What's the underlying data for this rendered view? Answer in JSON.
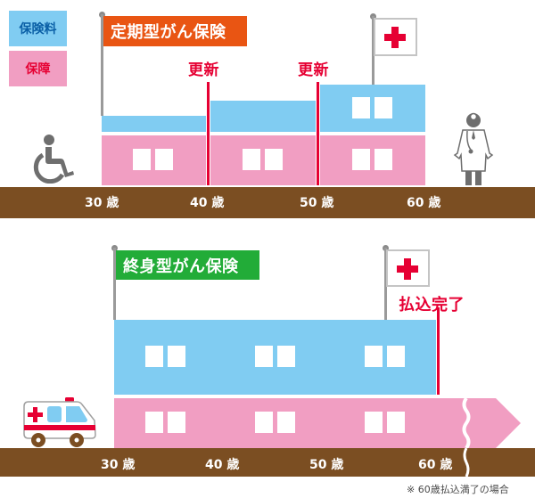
{
  "legend": {
    "premium": {
      "label": "保険料",
      "color": "#80ccf2",
      "text_color": "#0a5fa6"
    },
    "coverage": {
      "label": "保障",
      "color": "#f19ec2",
      "text_color": "#e60033"
    }
  },
  "term_insurance": {
    "title": "定期型がん保険",
    "title_color": "#e95513",
    "renewal_labels": [
      "更新",
      "更新"
    ],
    "ages": [
      "30 歳",
      "40 歳",
      "50 歳",
      "60 歳"
    ],
    "left_icon": "wheelchair-icon",
    "right_icon": "doctor-icon",
    "flag_icon": "red-cross-flag-icon"
  },
  "whole_life_insurance": {
    "title": "終身型がん保険",
    "title_color": "#22ac38",
    "payment_complete_label": "払込完了",
    "ages": [
      "30 歳",
      "40 歳",
      "50 歳",
      "60 歳"
    ],
    "left_icon": "ambulance-icon",
    "flag_icon": "red-cross-flag-icon",
    "footnote": "※ 60歳払込満了の場合"
  },
  "colors": {
    "premium_blue": "#80ccf2",
    "coverage_pink": "#f19ec2",
    "ground_brown": "#7b4e22",
    "accent_red": "#e60033"
  }
}
